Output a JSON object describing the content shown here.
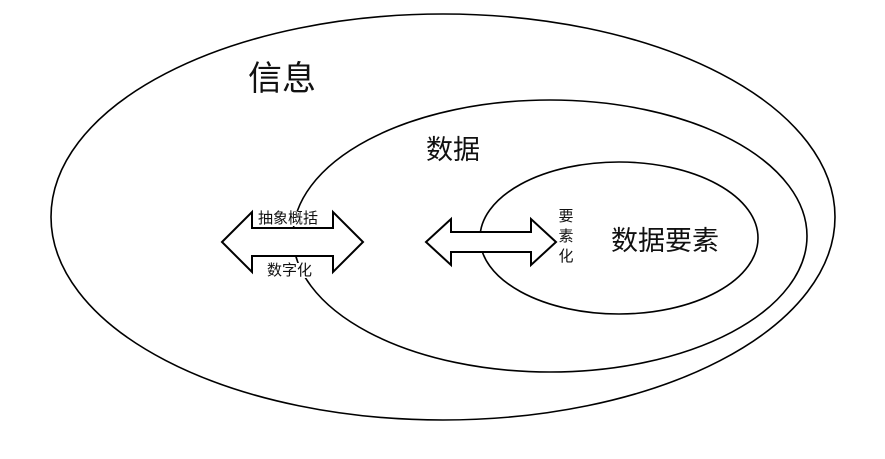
{
  "diagram": {
    "outer_label": "信息",
    "middle_label": "数据",
    "inner_label": "数据要素",
    "left_arrow_top_label": "抽象概括",
    "left_arrow_bottom_label": "数字化",
    "right_arrow_label": "要素化"
  },
  "colors": {
    "stroke": "#000000",
    "background": "#ffffff"
  }
}
